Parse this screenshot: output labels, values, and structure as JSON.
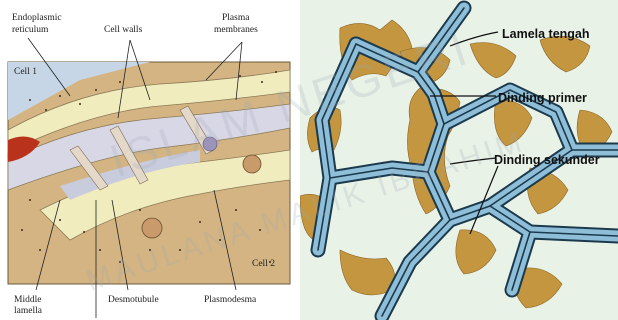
{
  "left_panel": {
    "labels": {
      "endoplasmic_reticulum_1": "Endoplasmic",
      "endoplasmic_reticulum_2": "reticulum",
      "cell_walls": "Cell walls",
      "plasma_membranes_1": "Plasma",
      "plasma_membranes_2": "membranes",
      "cell1": "Cell 1",
      "cell2": "Cell 2",
      "middle_lamella_1": "Middle",
      "middle_lamella_2": "lamella",
      "desmotubule": "Desmotubule",
      "plasmodesma": "Plasmodesma"
    }
  },
  "right_panel": {
    "labels": {
      "lamela_tengah": "Lamela tengah",
      "dinding_primer": "Dinding primer",
      "dinding_sekunder": "Dinding sekunder"
    }
  },
  "watermark": {
    "line1": "ISLAM NEGERI",
    "line2": "MAULANA MALIK IBRAHIM"
  },
  "colors": {
    "cytoplasm": "#caa86e",
    "cell_wall": "#f2eebc",
    "membrane": "#c9c9da",
    "vacuole": "#cfd3e3",
    "plasmodesma_tube": "#e6d8c9",
    "wall_outer": "#1c3a4e",
    "wall_primary": "#8fbfd8",
    "wall_secondary": "#c99a4a",
    "background_right": "#e9f2e7"
  }
}
